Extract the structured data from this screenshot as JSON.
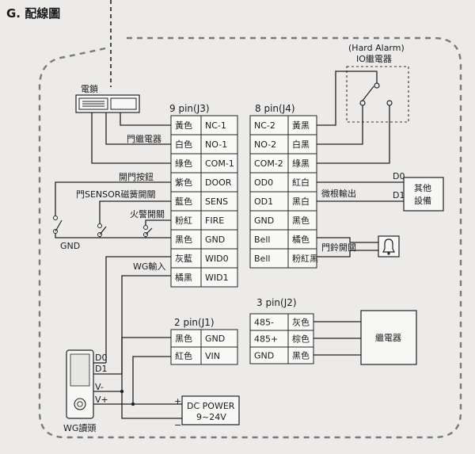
{
  "title": "G. 配線圖",
  "lock_label": "電鎖",
  "hard_alarm": {
    "line1": "(Hard Alarm)",
    "line2": "IO繼電器"
  },
  "j3": {
    "header": "9 pin(J3)",
    "rows": [
      {
        "color": "黃色",
        "pin": "NC-1"
      },
      {
        "color": "白色",
        "pin": "NO-1"
      },
      {
        "color": "綠色",
        "pin": "COM-1"
      },
      {
        "color": "紫色",
        "pin": "DOOR"
      },
      {
        "color": "藍色",
        "pin": "SENS"
      },
      {
        "color": "粉紅",
        "pin": "FIRE"
      },
      {
        "color": "黑色",
        "pin": "GND"
      },
      {
        "color": "灰藍",
        "pin": "WID0"
      },
      {
        "color": "橘黑",
        "pin": "WID1"
      }
    ]
  },
  "j4": {
    "header": "8 pin(J4)",
    "rows": [
      {
        "pin": "NC-2",
        "color": "黃黑"
      },
      {
        "pin": "NO-2",
        "color": "白黑"
      },
      {
        "pin": "COM-2",
        "color": "綠黑"
      },
      {
        "pin": "OD0",
        "color": "紅白"
      },
      {
        "pin": "OD1",
        "color": "黑白"
      },
      {
        "pin": "GND",
        "color": "黑色"
      },
      {
        "pin": "Bell",
        "color": "橘色"
      },
      {
        "pin": "Bell",
        "color": "粉紅黑"
      }
    ]
  },
  "j1": {
    "header": "2 pin(J1)",
    "rows": [
      {
        "color": "黑色",
        "pin": "GND"
      },
      {
        "color": "紅色",
        "pin": "VIN"
      }
    ]
  },
  "j2": {
    "header": "3 pin(J2)",
    "rows": [
      {
        "pin": "485-",
        "color": "灰色"
      },
      {
        "pin": "485+",
        "color": "棕色"
      },
      {
        "pin": "GND",
        "color": "黑色"
      }
    ]
  },
  "labels": {
    "relay": "門繼電器",
    "exit_button": "開門按鈕",
    "door_sensor": "門SENSOR磁簧開關",
    "fire_alarm": "火警開關",
    "gnd": "GND",
    "wg_input": "WG輸入",
    "wiegand_out": "微根輸出",
    "d0": "D0",
    "d1": "D1",
    "other_device": {
      "line1": "其他",
      "line2": "設備"
    },
    "doorbell_switch": "門鈴開關",
    "relay_box": "繼電器",
    "power": {
      "line1": "DC POWER",
      "line2": "9~24V"
    },
    "plus": "+",
    "minus": "−",
    "reader_d0": "D0",
    "reader_d1": "D1",
    "reader_vminus": "V-",
    "reader_vplus": "V+",
    "wg_reader": "WG讀頭"
  }
}
